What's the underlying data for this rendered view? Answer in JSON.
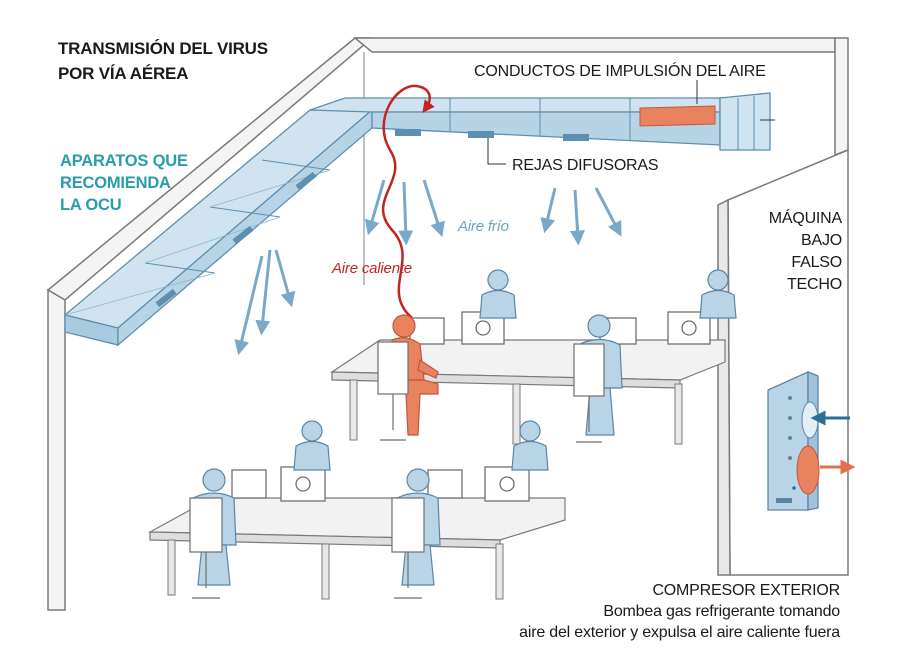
{
  "title": {
    "line1": "TRANSMISIÓN DEL VIRUS",
    "line2": "POR VÍA AÉREA"
  },
  "ocu_label": {
    "line1": "APARATOS QUE",
    "line2": "RECOMIENDA",
    "line3": "LA OCU"
  },
  "labels": {
    "conductos": "CONDUCTOS DE IMPULSIÓN DEL AIRE",
    "rejas": "REJAS DIFUSORAS",
    "aire_frio": "Aire frío",
    "aire_caliente": "Aire caliente"
  },
  "maquina": {
    "line1": "MÁQUINA",
    "line2": "BAJO",
    "line3": "FALSO",
    "line4": "TECHO"
  },
  "compresor": {
    "title": "COMPRESOR EXTERIOR",
    "desc1": "Bombea gas refrigerante tomando",
    "desc2": "aire del exterior y expulsa el aire caliente fuera"
  },
  "colors": {
    "duct": "#cfe4f0",
    "duct_stroke": "#5d8fb0",
    "figure": "#b9d4e6",
    "figure_stroke": "#5a86a6",
    "infected": "#e9825f",
    "hot_air": "#c42420",
    "cold_air": "#7aa8c8",
    "ocu_teal": "#2a9cab"
  }
}
